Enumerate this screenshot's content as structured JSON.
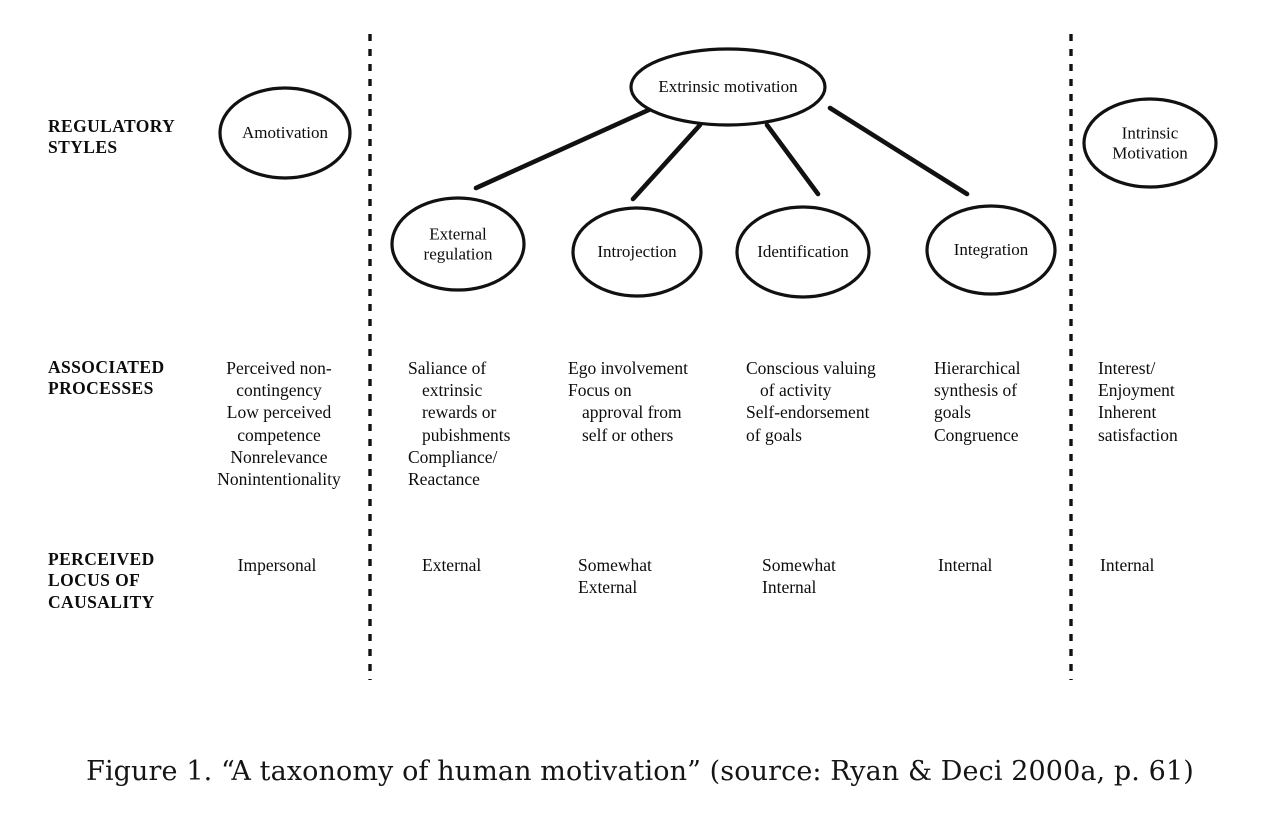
{
  "figure": {
    "caption": "Figure 1. “A taxonomy of human motivation” (source: Ryan & Deci 2000a, p. 61)",
    "ink_color": "#111111",
    "background_color": "#ffffff"
  },
  "row_labels": {
    "regulatory_styles": "REGULATORY\nSTYLES",
    "associated_processes": "ASSOCIATED\nPROCESSES",
    "perceived_locus": "PERCEIVED\nLOCUS OF\nCAUSALITY"
  },
  "nodes": {
    "amotivation": "Amotivation",
    "extrinsic_motivation": "Extrinsic motivation",
    "external_regulation": "External\nregulation",
    "introjection": "Introjection",
    "identification": "Identification",
    "integration": "Integration",
    "intrinsic_motivation": "Intrinsic\nMotivation"
  },
  "associated_processes": {
    "amotivation": [
      "Perceived non-",
      "contingency",
      "Low perceived",
      "competence",
      "Nonrelevance",
      "Nonintentionality"
    ],
    "external_regulation": [
      "Saliance of",
      "extrinsic",
      "rewards or",
      "pubishments",
      "Compliance/",
      "Reactance"
    ],
    "introjection": [
      "Ego involvement",
      "Focus on",
      "approval from",
      "self or others"
    ],
    "identification": [
      "Conscious valuing",
      "of activity",
      "Self-endorsement",
      "of goals"
    ],
    "integration": [
      "Hierarchical",
      "synthesis of",
      "goals",
      "Congruence"
    ],
    "intrinsic_motivation": [
      "Interest/",
      "Enjoyment",
      "Inherent",
      "satisfaction"
    ]
  },
  "perceived_locus_of_causality": {
    "amotivation": "Impersonal",
    "external_regulation": "External",
    "introjection": "Somewhat\nExternal",
    "identification": "Somewhat\nInternal",
    "integration": "Internal",
    "intrinsic_motivation": "Internal"
  }
}
